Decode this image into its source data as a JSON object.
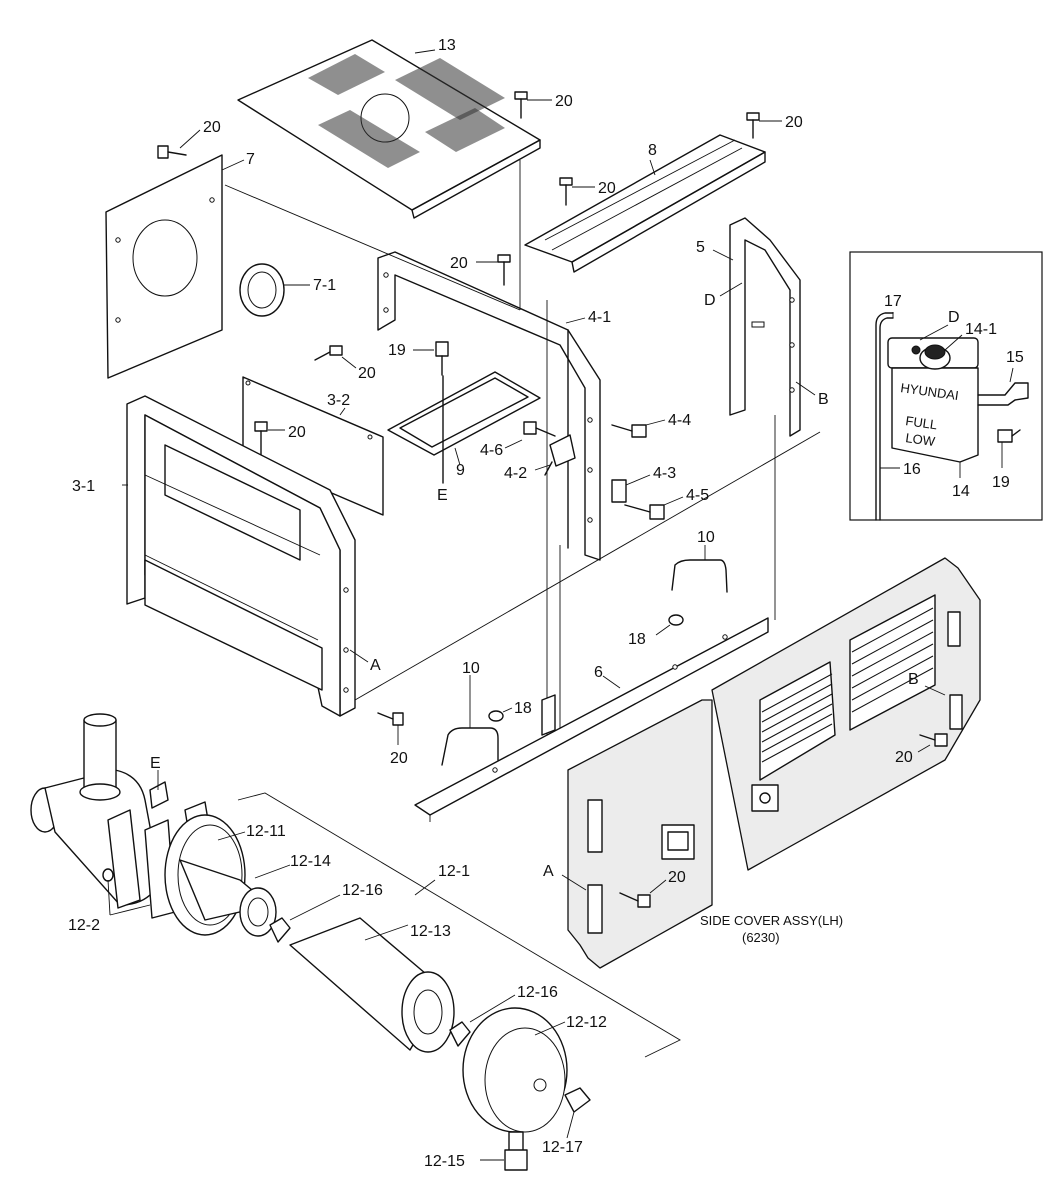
{
  "labels": {
    "p13": "13",
    "p20": "20",
    "p7": "7",
    "p7_1": "7-1",
    "p8": "8",
    "p5": "5",
    "pD": "D",
    "pB": "B",
    "p4_1": "4-1",
    "p19": "19",
    "p3_2": "3-2",
    "p3_1": "3-1",
    "p9": "9",
    "pE": "E",
    "p4_6": "4-6",
    "p4_2": "4-2",
    "p4_4": "4-4",
    "p4_3": "4-3",
    "p4_5": "4-5",
    "pA": "A",
    "p10": "10",
    "p18": "18",
    "p6": "6",
    "p17": "17",
    "p14_1": "14-1",
    "p15": "15",
    "p16": "16",
    "p14": "14",
    "p12_11": "12-11",
    "p12_14": "12-14",
    "p12_16": "12-16",
    "p12_1": "12-1",
    "p12_2": "12-2",
    "p12_13": "12-13",
    "p12_12": "12-12",
    "p12_15": "12-15",
    "p12_17": "12-17"
  },
  "tank": {
    "brand": "HYUNDAI",
    "full": "FULL",
    "low": "LOW"
  },
  "caption": {
    "line1": "SIDE COVER ASSY(LH)",
    "line2": "(6230)"
  }
}
